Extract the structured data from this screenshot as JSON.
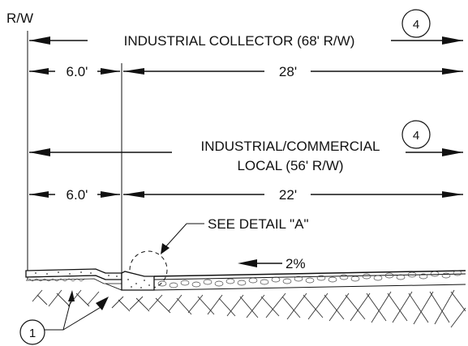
{
  "labels": {
    "rw": "R/W",
    "collector": "INDUSTRIAL COLLECTOR (68' R/W)",
    "collector_sidewalk": "6.0'",
    "collector_road": "28'",
    "local_line1": "INDUSTRIAL/COMMERCIAL",
    "local_line2": "LOCAL (56' R/W)",
    "local_sidewalk": "6.0'",
    "local_road": "22'",
    "see_detail": "SEE DETAIL \"A\"",
    "slope": "2%"
  },
  "callouts": {
    "note4_top": "4",
    "note4_mid": "4",
    "note1": "1"
  },
  "colors": {
    "line": "#111111",
    "background": "#ffffff"
  }
}
